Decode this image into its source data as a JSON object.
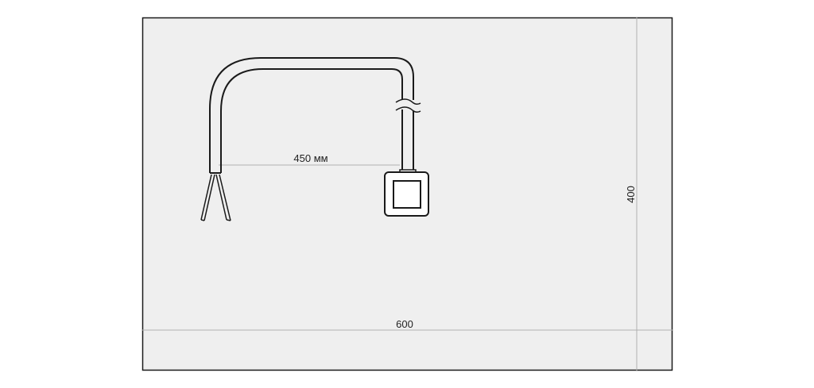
{
  "drawing": {
    "cable_length_label": "450 мм",
    "width_label": "600",
    "height_label": "400"
  },
  "colors": {
    "outline": "#1a1a1a",
    "dimension_line": "#b0b0b0",
    "panel_fill": "#efefef",
    "background": "#ffffff"
  }
}
